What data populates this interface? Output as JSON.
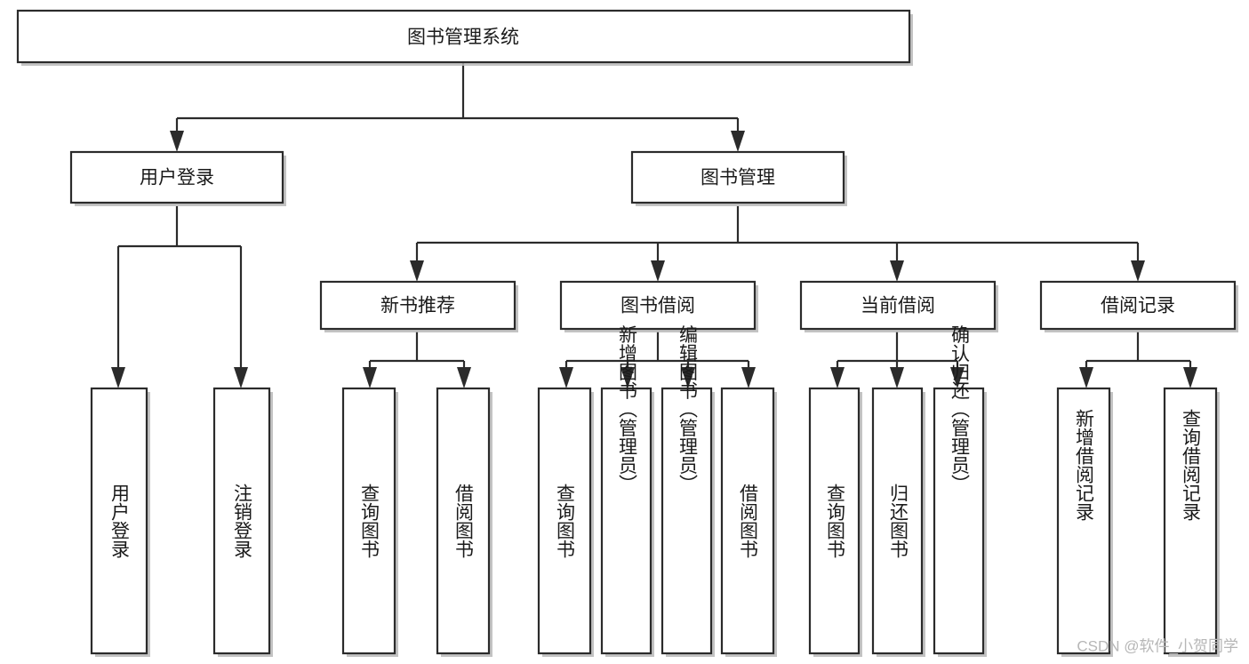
{
  "diagram": {
    "title": "图书管理系统",
    "type": "tree-hierarchy-chart",
    "root": {
      "id": "root",
      "label": "图书管理系统"
    },
    "level2": [
      {
        "id": "user-login",
        "label": "用户登录"
      },
      {
        "id": "book-manage",
        "label": "图书管理"
      }
    ],
    "level3": [
      {
        "id": "new-book-recommend",
        "label": "新书推荐",
        "parent": "book-manage"
      },
      {
        "id": "book-borrow",
        "label": "图书借阅",
        "parent": "book-manage"
      },
      {
        "id": "current-borrow",
        "label": "当前借阅",
        "parent": "book-manage"
      },
      {
        "id": "borrow-record",
        "label": "借阅记录",
        "parent": "book-manage"
      }
    ],
    "leaves": {
      "user-login": [
        {
          "id": "leaf-user-login",
          "label": "用户登录"
        },
        {
          "id": "leaf-logout",
          "label": "注销登录"
        }
      ],
      "new-book-recommend": [
        {
          "id": "leaf-query-book-1",
          "label": "查询图书"
        },
        {
          "id": "leaf-borrow-book-1",
          "label": "借阅图书"
        }
      ],
      "book-borrow": [
        {
          "id": "leaf-query-book-2",
          "label": "查询图书"
        },
        {
          "id": "leaf-add-book",
          "label": "新增图书（管理员）"
        },
        {
          "id": "leaf-edit-book",
          "label": "编辑图书（管理员）"
        },
        {
          "id": "leaf-borrow-book-2",
          "label": "借阅图书"
        }
      ],
      "current-borrow": [
        {
          "id": "leaf-query-book-3",
          "label": "查询图书"
        },
        {
          "id": "leaf-return-book",
          "label": "归还图书"
        },
        {
          "id": "leaf-confirm-return",
          "label": "确认归还（管理员）"
        }
      ],
      "borrow-record": [
        {
          "id": "leaf-add-record",
          "label": "新增借阅记录"
        },
        {
          "id": "leaf-query-record",
          "label": "查询借阅记录"
        }
      ]
    }
  },
  "watermark": {
    "text": "CSDN @软件_小贺同学"
  },
  "colors": {
    "box_stroke": "#2b2b2b",
    "box_fill": "#ffffff",
    "connector": "#2b2b2b",
    "text": "#1a1a1a",
    "watermark": "#b6b6b6",
    "background": "#ffffff"
  }
}
